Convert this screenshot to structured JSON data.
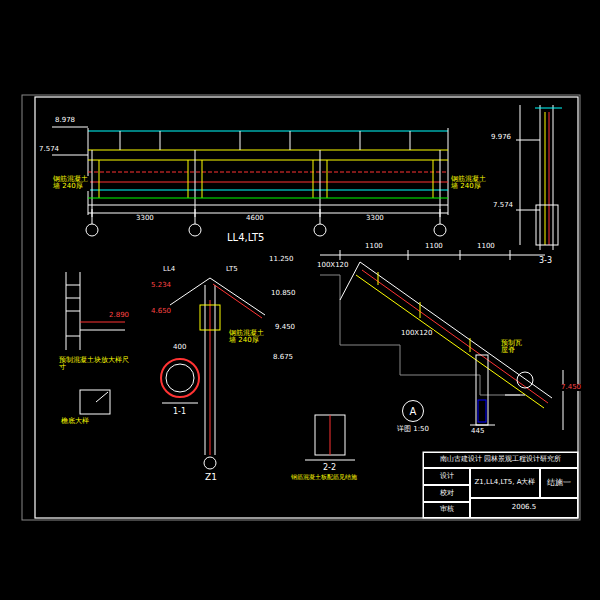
{
  "diagram": {
    "nodes": [
      {
        "text": [
          "A"
        ]
      },
      {
        "text": [
          "南山古建设计 园林景观工程设计研究所"
        ]
      },
      {
        "text": [
          "设计"
        ]
      },
      {
        "text": [
          "校对"
        ]
      },
      {
        "text": [
          "审核"
        ]
      },
      {
        "text": [
          "Z1,LL4,LT5, A大样"
        ]
      },
      {
        "text": [
          "结施一"
        ]
      },
      {
        "text": [
          "2006.5"
        ]
      }
    ],
    "labels": [
      "LL4,LT5",
      "3300",
      "4600",
      "3300",
      "8.978",
      "7.574",
      "钢筋混凝土墙 240厚",
      "钢筋混凝土墙 240厚",
      "7.574",
      "9.976",
      "3-3",
      "2.890",
      "预制混凝土块放大样尺寸",
      "檐底大样",
      "LL4",
      "LT5",
      "5.234",
      "4.650",
      "钢筋混凝土墙 240厚",
      "1-1",
      "400",
      "Z1",
      "11.250",
      "10.850",
      "9.450",
      "8.675",
      "1100",
      "1100",
      "1100",
      "100X120",
      "100X120",
      "预制瓦 屋脊",
      "7.450",
      "详图 1:50",
      "445",
      "2-2",
      "钢筋混凝土板配筋见结施"
    ]
  }
}
